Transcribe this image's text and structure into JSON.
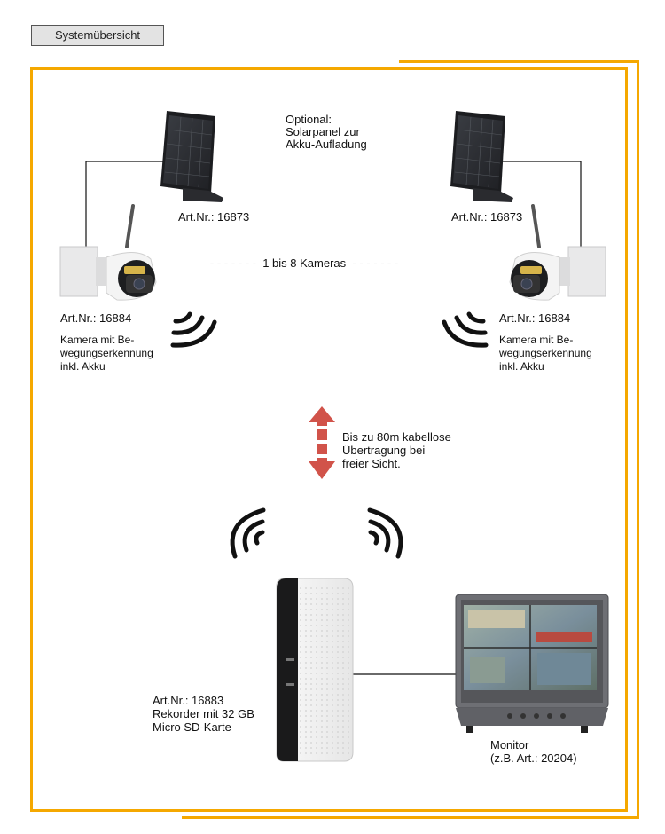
{
  "header": {
    "tag": "Systemübersicht"
  },
  "solar_note": "Optional:\nSolarpanel zur\nAkku-Aufladung",
  "solar_left": {
    "art": "Art.Nr.: 16873"
  },
  "solar_right": {
    "art": "Art.Nr.: 16873"
  },
  "camera_count": "- - - - - - -  1 bis 8 Kameras  - - - - - - -",
  "camera_left": {
    "art": "Art.Nr.: 16884",
    "desc": "Kamera mit Be-\nwegungserkennung\ninkl. Akku"
  },
  "camera_right": {
    "art": "Art.Nr.: 16884",
    "desc": "Kamera mit Be-\nwegungserkennung\ninkl. Akku"
  },
  "transmission": "Bis zu 80m kabellose\nÜbertragung bei\nfreier Sicht.",
  "recorder": {
    "text": "Art.Nr.: 16883\nRekorder mit 32 GB\nMicro SD-Karte"
  },
  "monitor": {
    "text": "Monitor\n(z.B. Art.: 20204)"
  },
  "colors": {
    "frame": "#f5a800",
    "arrow": "#d1534a",
    "panel": "#2b2d31"
  }
}
